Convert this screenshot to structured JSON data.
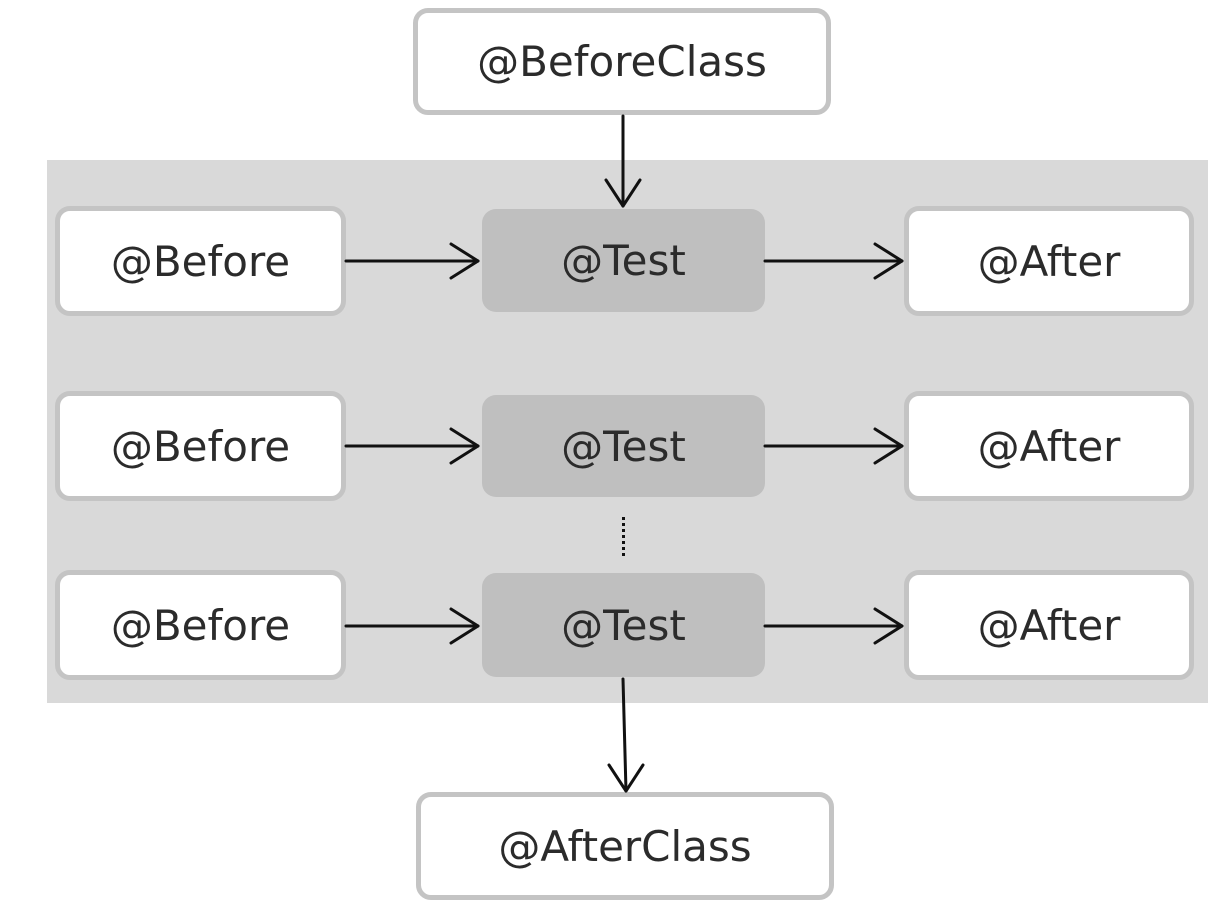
{
  "diagram": {
    "before_class": "@BeforeClass",
    "after_class": "@AfterClass",
    "rows": [
      {
        "before": "@Before",
        "test": "@Test",
        "after": "@After"
      },
      {
        "before": "@Before",
        "test": "@Test",
        "after": "@After"
      },
      {
        "before": "@Before",
        "test": "@Test",
        "after": "@After"
      }
    ],
    "colors": {
      "panel": "#d9d9d9",
      "box_fill": "#ffffff",
      "box_border": "#c4c4c4",
      "test_fill": "#bfbfbf",
      "arrow": "#111111"
    }
  }
}
